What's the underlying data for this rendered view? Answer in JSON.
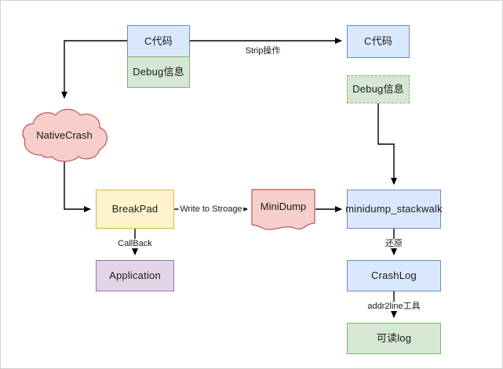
{
  "diagram": {
    "title": "NativeCrash analysis flow",
    "colors": {
      "blue_fill": "#dae8fc",
      "blue_stroke": "#6c8ebf",
      "green_fill": "#d5e8d4",
      "green_stroke": "#82b366",
      "yellow_fill": "#fff2cc",
      "yellow_stroke": "#d6b656",
      "purple_fill": "#e1d5e7",
      "purple_stroke": "#9673a6",
      "pink_fill": "#f8cecc",
      "pink_stroke": "#b85450",
      "edge_stroke": "#000000",
      "page_border": "#d0d0d0",
      "background": "#ffffff"
    },
    "nodes": {
      "source_c_code": {
        "label": "C代码"
      },
      "source_debug_info": {
        "label": "Debug信息"
      },
      "stripped_c_code": {
        "label": "C代码"
      },
      "stripped_debug_info": {
        "label": "Debug信息"
      },
      "native_crash": {
        "label": "NativeCrash"
      },
      "breakpad": {
        "label": "BreakPad"
      },
      "application": {
        "label": "Application"
      },
      "minidump": {
        "label": "MiniDump"
      },
      "minidump_stackwalk": {
        "label": "minidump_stackwalk"
      },
      "crash_log": {
        "label": "CrashLog"
      },
      "readable_log": {
        "label": "可读log"
      }
    },
    "edge_labels": {
      "strip": "Strip操作",
      "write_to_storage": "Write to Stroage",
      "callback": "CallBack",
      "restore": "还原",
      "addr2line": "addr2line工具"
    }
  }
}
